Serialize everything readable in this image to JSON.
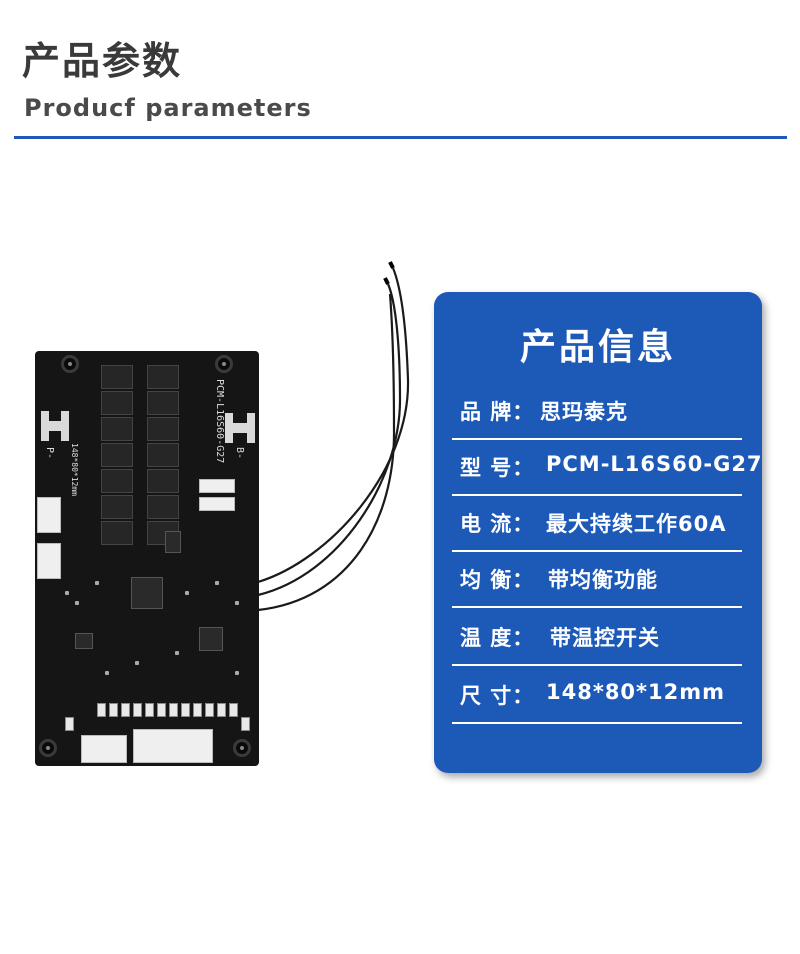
{
  "header": {
    "title_zh": "产品参数",
    "title_en": "Producf  parameters",
    "rule_color": "#1d5ab8"
  },
  "board": {
    "model_silk": "PCM-L16S60-G27",
    "size_silk": "148*80*12mm",
    "p_minus": "P-",
    "b_minus": "B-"
  },
  "card": {
    "title": "产品信息",
    "background": "#1d5ab8",
    "rows": [
      {
        "label": "品 牌：",
        "value": "思玛泰克"
      },
      {
        "label": "型  号：",
        "value": "PCM-L16S60-G27"
      },
      {
        "label": "电  流：",
        "value": "最大持续工作60A"
      },
      {
        "label": "均  衡：",
        "value": "带均衡功能"
      },
      {
        "label": "温  度：",
        "value": "带温控开关"
      },
      {
        "label": "尺  寸：",
        "value": "148*80*12mm"
      }
    ]
  }
}
